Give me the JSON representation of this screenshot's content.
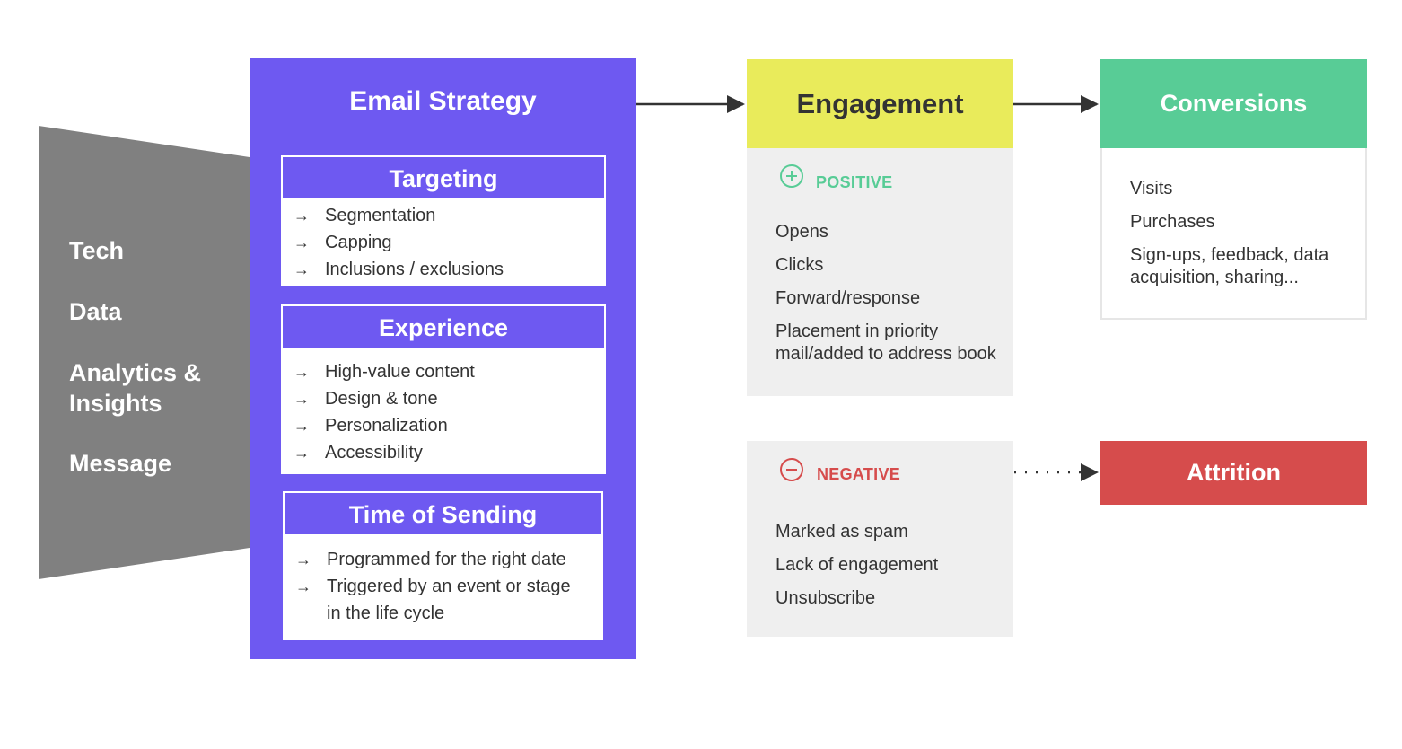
{
  "funnel": {
    "labels": [
      "Tech",
      "Data",
      "Analytics &",
      "Insights",
      "Message"
    ],
    "color": "#808080"
  },
  "strategy": {
    "title": "Email Strategy",
    "color": "#6e59f1",
    "sections": [
      {
        "title": "Targeting",
        "items": [
          "Segmentation",
          "Capping",
          "Inclusions / exclusions"
        ]
      },
      {
        "title": "Experience",
        "items": [
          "High-value content",
          "Design & tone",
          "Personalization",
          "Accessibility"
        ]
      },
      {
        "title": "Time of Sending",
        "items": [
          "Programmed for the right date",
          "Triggered by an event or stage in the life cycle"
        ]
      }
    ],
    "arrow_icon": "arrow-right-icon"
  },
  "engagement": {
    "title": "Engagement",
    "color": "#e9eb5b",
    "positive": {
      "label": "POSITIVE",
      "icon": "plus-circle-icon",
      "color": "#58cc96",
      "items": [
        "Opens",
        "Clicks",
        "Forward/response",
        "Placement in priority mail/added to address book"
      ]
    },
    "negative": {
      "label": "NEGATIVE",
      "icon": "minus-circle-icon",
      "color": "#d64c4c",
      "items": [
        "Marked as spam",
        "Lack of engagement",
        "Unsubscribe"
      ]
    }
  },
  "conversions": {
    "title": "Conversions",
    "color": "#58cc96",
    "items": [
      "Visits",
      "Purchases",
      "Sign-ups, feedback, data acquisition, sharing..."
    ]
  },
  "attrition": {
    "title": "Attrition",
    "color": "#d64c4c"
  }
}
